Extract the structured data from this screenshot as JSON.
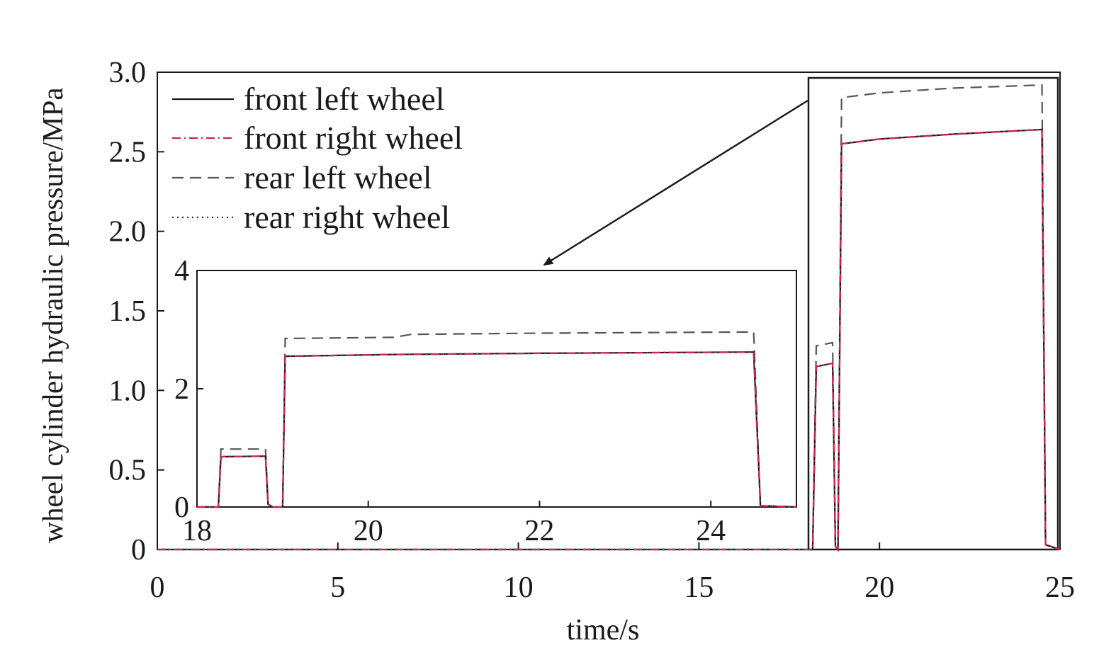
{
  "chart_data": [
    {
      "type": "line",
      "title": "",
      "xlabel": "time/s",
      "ylabel": "wheel cylinder hydraulic pressure/MPa",
      "xlim": [
        0,
        25
      ],
      "ylim": [
        0,
        3.0
      ],
      "x_ticks": [
        "0",
        "5",
        "10",
        "15",
        "20",
        "25"
      ],
      "y_ticks": [
        "0",
        "0.5",
        "1.0",
        "1.5",
        "2.0",
        "2.5",
        "3.0"
      ],
      "legend": {
        "placement": "top-left"
      },
      "grid": false,
      "series": [
        {
          "name": "front left wheel",
          "color": "#1a1a1a",
          "dash": "solid",
          "points": [
            [
              0,
              0
            ],
            [
              18.15,
              0
            ],
            [
              18.25,
              1.15
            ],
            [
              18.7,
              1.17
            ],
            [
              18.78,
              0.02
            ],
            [
              18.85,
              0
            ],
            [
              18.95,
              2.55
            ],
            [
              20,
              2.58
            ],
            [
              22,
              2.61
            ],
            [
              24.5,
              2.64
            ],
            [
              24.6,
              0.03
            ],
            [
              25,
              0
            ]
          ]
        },
        {
          "name": "front right wheel",
          "color": "#d6204e",
          "dash": "dashdot",
          "points": [
            [
              0,
              0
            ],
            [
              18.15,
              0
            ],
            [
              18.25,
              1.15
            ],
            [
              18.7,
              1.17
            ],
            [
              18.78,
              0.02
            ],
            [
              18.85,
              0
            ],
            [
              18.95,
              2.55
            ],
            [
              20,
              2.58
            ],
            [
              22,
              2.61
            ],
            [
              24.5,
              2.64
            ],
            [
              24.6,
              0.03
            ],
            [
              25,
              0
            ]
          ]
        },
        {
          "name": "rear left wheel",
          "color": "#555555",
          "dash": "dashed",
          "points": [
            [
              0,
              0
            ],
            [
              18.15,
              0
            ],
            [
              18.25,
              1.28
            ],
            [
              18.7,
              1.3
            ],
            [
              18.78,
              0.02
            ],
            [
              18.85,
              0
            ],
            [
              18.95,
              2.84
            ],
            [
              20,
              2.87
            ],
            [
              22,
              2.9
            ],
            [
              24.5,
              2.92
            ],
            [
              24.6,
              0.03
            ],
            [
              25,
              0
            ]
          ]
        },
        {
          "name": "rear right wheel",
          "color": "#333333",
          "dash": "dotted",
          "points": [
            [
              0,
              0
            ],
            [
              18.15,
              0
            ],
            [
              18.25,
              1.15
            ],
            [
              18.7,
              1.17
            ],
            [
              18.78,
              0.02
            ],
            [
              18.85,
              0
            ],
            [
              18.95,
              2.55
            ],
            [
              20,
              2.58
            ],
            [
              22,
              2.61
            ],
            [
              24.5,
              2.64
            ],
            [
              24.6,
              0.03
            ],
            [
              25,
              0
            ]
          ]
        }
      ]
    },
    {
      "type": "line",
      "title": "",
      "xlabel": "",
      "ylabel": "",
      "xlim": [
        18,
        25
      ],
      "ylim": [
        0,
        4
      ],
      "x_ticks": [
        "18",
        "20",
        "22",
        "24"
      ],
      "y_ticks": [
        "0",
        "2",
        "4"
      ],
      "grid": false,
      "series": [
        {
          "name": "front left wheel",
          "color": "#1a1a1a",
          "dash": "solid",
          "points": [
            [
              18,
              0
            ],
            [
              18.25,
              0
            ],
            [
              18.28,
              0.85
            ],
            [
              18.8,
              0.86
            ],
            [
              18.83,
              0.05
            ],
            [
              18.88,
              0
            ],
            [
              19,
              0
            ],
            [
              19.03,
              2.55
            ],
            [
              20.3,
              2.58
            ],
            [
              22,
              2.6
            ],
            [
              24.5,
              2.62
            ],
            [
              24.58,
              0.02
            ],
            [
              25,
              0
            ]
          ]
        },
        {
          "name": "front right wheel",
          "color": "#d6204e",
          "dash": "dashdot",
          "points": [
            [
              18,
              0
            ],
            [
              18.25,
              0
            ],
            [
              18.28,
              0.85
            ],
            [
              18.8,
              0.86
            ],
            [
              18.83,
              0.05
            ],
            [
              18.88,
              0
            ],
            [
              19,
              0
            ],
            [
              19.03,
              2.55
            ],
            [
              20.3,
              2.58
            ],
            [
              22,
              2.6
            ],
            [
              24.5,
              2.62
            ],
            [
              24.58,
              0.02
            ],
            [
              25,
              0
            ]
          ]
        },
        {
          "name": "rear left wheel",
          "color": "#555555",
          "dash": "dashed",
          "points": [
            [
              18,
              0
            ],
            [
              18.25,
              0
            ],
            [
              18.28,
              0.98
            ],
            [
              18.8,
              0.98
            ],
            [
              18.83,
              0.05
            ],
            [
              18.88,
              0
            ],
            [
              19,
              0
            ],
            [
              19.03,
              2.85
            ],
            [
              20.3,
              2.87
            ],
            [
              20.5,
              2.92
            ],
            [
              22,
              2.94
            ],
            [
              24.5,
              2.96
            ],
            [
              24.58,
              0.02
            ],
            [
              25,
              0
            ]
          ]
        },
        {
          "name": "rear right wheel",
          "color": "#333333",
          "dash": "dotted",
          "points": [
            [
              18,
              0
            ],
            [
              18.25,
              0
            ],
            [
              18.28,
              0.85
            ],
            [
              18.8,
              0.86
            ],
            [
              18.83,
              0.05
            ],
            [
              18.88,
              0
            ],
            [
              19,
              0
            ],
            [
              19.03,
              2.55
            ],
            [
              20.3,
              2.58
            ],
            [
              22,
              2.6
            ],
            [
              24.5,
              2.62
            ],
            [
              24.58,
              0.02
            ],
            [
              25,
              0
            ]
          ]
        }
      ]
    }
  ]
}
